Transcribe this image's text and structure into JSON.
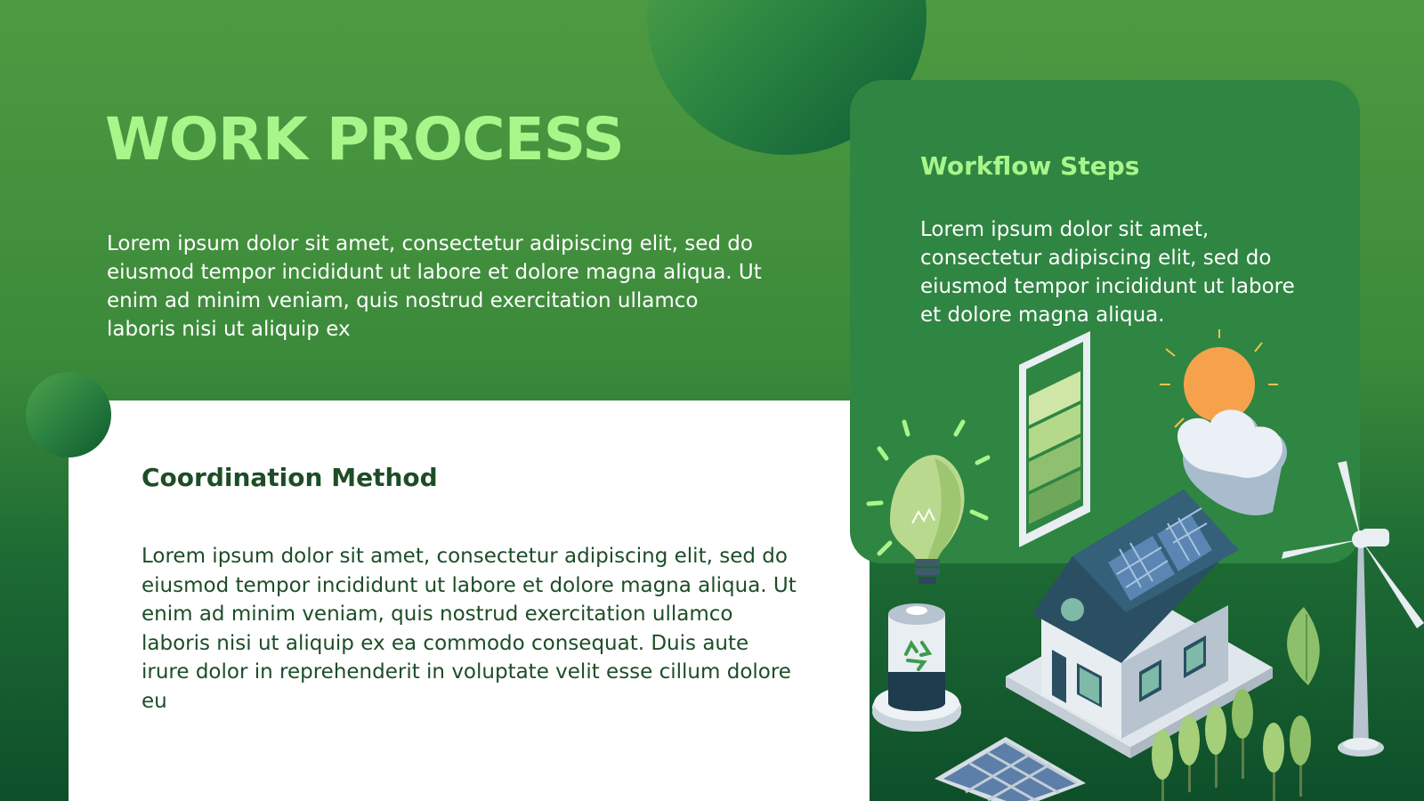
{
  "slide": {
    "title": "WORK PROCESS",
    "intro": "Lorem ipsum dolor sit amet, consectetur adipiscing elit, sed do eiusmod tempor incididunt ut labore et dolore magna aliqua. Ut enim ad minim veniam, quis nostrud exercitation ullamco laboris nisi ut aliquip ex",
    "coordination": {
      "heading": "Coordination Method",
      "body": "Lorem ipsum dolor sit amet, consectetur adipiscing elit, sed do eiusmod tempor incididunt ut labore et dolore magna aliqua. Ut enim ad minim veniam, quis nostrud exercitation ullamco laboris nisi ut aliquip ex ea commodo consequat. Duis aute irure dolor in reprehenderit in voluptate velit esse cillum dolore eu"
    },
    "workflow": {
      "heading": "Workflow Steps",
      "body": "Lorem ipsum dolor sit amet, consectetur adipiscing elit, sed do eiusmod tempor incididunt ut labore et dolore magna aliqua."
    }
  },
  "illustration": {
    "icons": [
      "light-bulb-icon",
      "battery-icon",
      "sun-icon",
      "cloud-icon",
      "house-icon",
      "solar-panel-icon",
      "wind-turbine-icon",
      "recycle-battery-icon",
      "leaf-icon",
      "tree-icon"
    ]
  },
  "colors": {
    "title_accent": "#a8f58a",
    "background_green": "#3b8a3a",
    "dark_green_text": "#1d4d27",
    "card_green": "#2f8542",
    "white": "#ffffff"
  }
}
